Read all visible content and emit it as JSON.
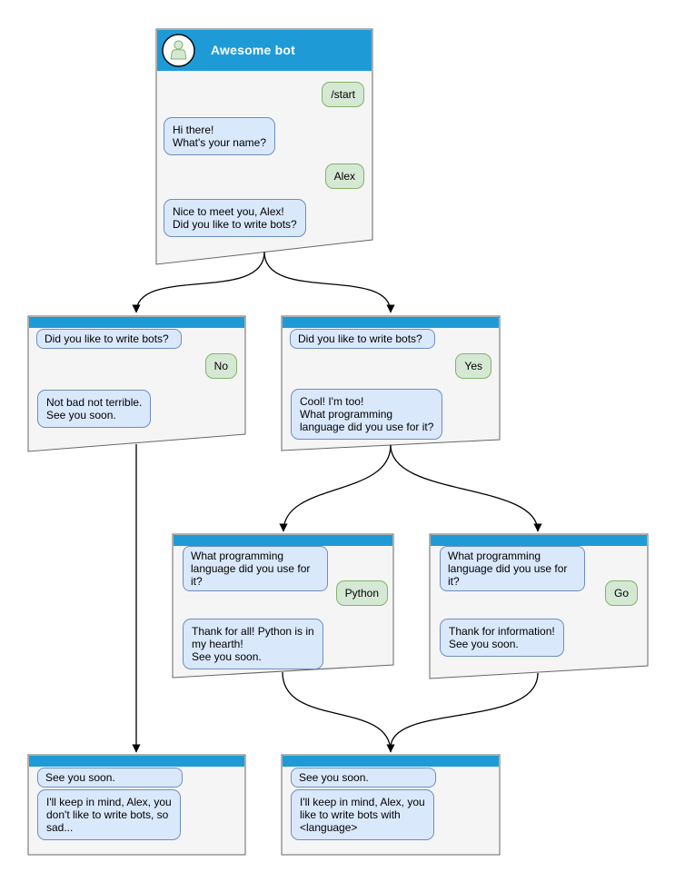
{
  "colors": {
    "titlebar_blue": "#1E9BD7",
    "window_bg": "#F5F5F5",
    "window_border": "#666666",
    "bot_bubble_fill": "#DAE8FC",
    "bot_bubble_border": "#6C8EBF",
    "user_bubble_fill": "#D5E8D4",
    "user_bubble_border": "#82B366",
    "arrow_color": "#000000"
  },
  "windows": {
    "root": {
      "title": "Awesome bot",
      "avatar_icon": "person-icon",
      "user_start": "/start",
      "bot_greet": "Hi there!\nWhat's your name?",
      "user_name": "Alex",
      "bot_ask": "Nice to meet you, Alex!\nDid you like to write bots?"
    },
    "branch_no": {
      "question": "Did you like to write bots?",
      "answer": "No",
      "reply": "Not bad not terrible.\nSee you soon."
    },
    "branch_yes": {
      "question": "Did you like to write bots?",
      "answer": "Yes",
      "reply": "Cool! I'm too!\nWhat programming\nlanguage did you use for it?"
    },
    "branch_python": {
      "question": "What programming\nlanguage did you use for it?",
      "answer": "Python",
      "reply": "Thank for all! Python is in\nmy hearth!\nSee you soon."
    },
    "branch_go": {
      "question": "What programming\nlanguage did you use for it?",
      "answer": "Go",
      "reply": "Thank for information!\nSee you soon."
    },
    "end_no": {
      "question": "See you soon.",
      "reply": "I'll keep in mind, Alex, you\ndon't like to write bots, so\nsad..."
    },
    "end_yes": {
      "question": "See you soon.",
      "reply": "I'll keep in mind, Alex, you\nlike to write bots with\n<language>"
    }
  }
}
